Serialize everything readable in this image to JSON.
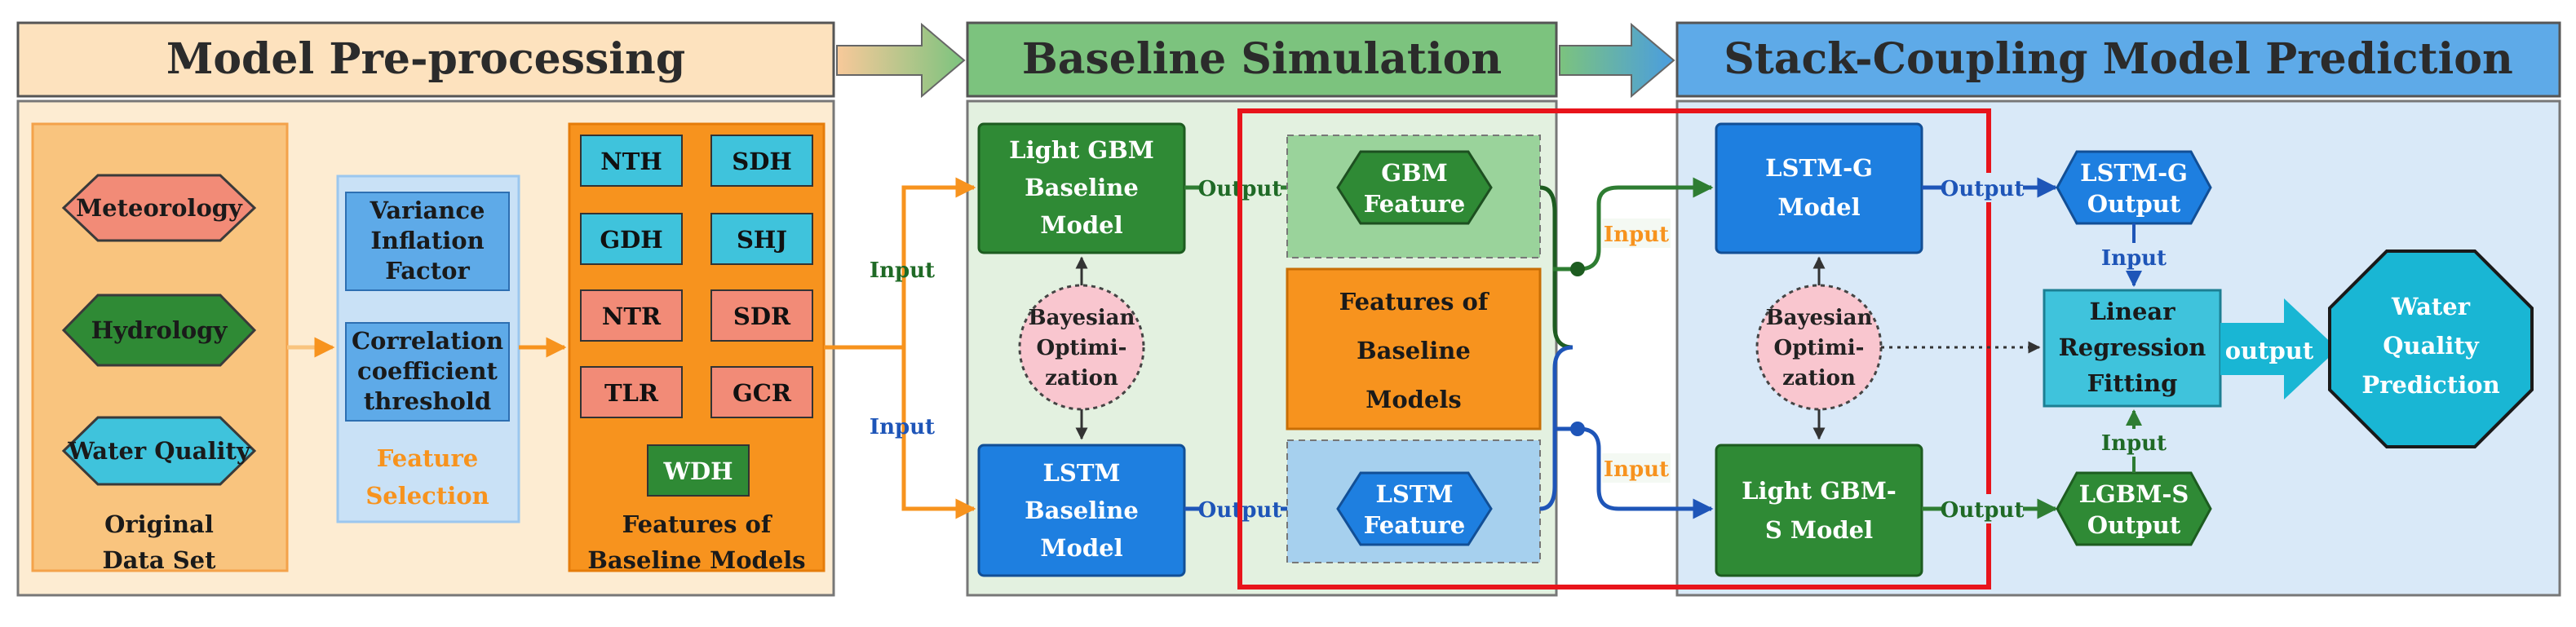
{
  "sections": {
    "preprocessing": "Model Pre-processing",
    "baseline": "Baseline Simulation",
    "stack": "Stack-Coupling Model Prediction"
  },
  "original_data": {
    "items": [
      "Meteorology",
      "Hydrology",
      "Water Quality"
    ],
    "label": [
      "Original",
      "Data Set"
    ]
  },
  "feature_selection": {
    "box1": [
      "Variance",
      "Inflation",
      "Factor"
    ],
    "box2": [
      "Correlation",
      "coefficient",
      "threshold"
    ],
    "label": [
      "Feature",
      "Selection"
    ]
  },
  "baseline_features": {
    "codes": [
      "NTH",
      "SDH",
      "GDH",
      "SHJ",
      "NTR",
      "SDR",
      "TLR",
      "GCR",
      "WDH"
    ],
    "label": [
      "Features of",
      "Baseline Models"
    ]
  },
  "baseline": {
    "lgbm": [
      "Light GBM",
      "Baseline",
      "Model"
    ],
    "lstm": [
      "LSTM",
      "Baseline",
      "Model"
    ],
    "bayes": [
      "Bayesian",
      "Optimi-",
      "zation"
    ],
    "input": "Input",
    "output": "Output",
    "gbm_feature": [
      "GBM",
      "Feature"
    ],
    "lstm_feature": [
      "LSTM",
      "Feature"
    ],
    "features_box": [
      "Features of",
      "Baseline",
      "Models"
    ]
  },
  "stack": {
    "input": "Input",
    "output": "Output",
    "lstm_g": [
      "LSTM-G",
      "Model"
    ],
    "lgbm_s": [
      "Light GBM-",
      "S Model"
    ],
    "bayes": [
      "Bayesian",
      "Optimi-",
      "zation"
    ],
    "lstm_g_out": [
      "LSTM-G",
      "Output"
    ],
    "lgbm_s_out": [
      "LGBM-S",
      "Output"
    ],
    "linear": [
      "Linear",
      "Regression",
      "Fitting"
    ],
    "final_output": "output",
    "prediction": [
      "Water",
      "Quality",
      "Prediction"
    ]
  },
  "colors": {
    "orange_panel": "#fde6c6",
    "green_panel": "#e3f1e0",
    "blue_panel": "#d9e9f8",
    "orange": "#f7931e",
    "green": "#2e7d32",
    "blue": "#1e64c8",
    "red": "#e8141b"
  }
}
